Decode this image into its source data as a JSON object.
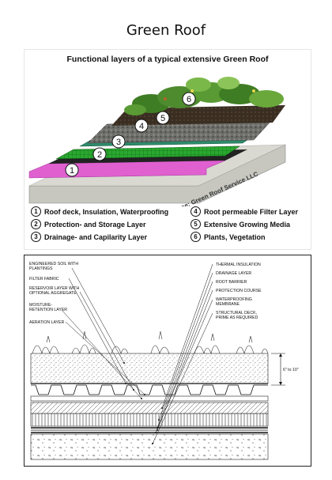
{
  "page": {
    "title": "Green Roof"
  },
  "top_diagram": {
    "subtitle": "Functional layers of a typical extensive Green Roof",
    "watermark": "Source: Green Roof Service LLC",
    "layer_markers": [
      "1",
      "2",
      "3",
      "4",
      "5",
      "6"
    ],
    "legend": [
      {
        "number": "1",
        "text": "Roof deck, Insulation, Waterproofing"
      },
      {
        "number": "2",
        "text": "Protection- and Storage Layer"
      },
      {
        "number": "3",
        "text": "Drainage- and Capilarity Layer"
      },
      {
        "number": "4",
        "text": "Root permeable Filter Layer"
      },
      {
        "number": "5",
        "text": "Extensive Growing Media"
      },
      {
        "number": "6",
        "text": "Plants, Vegetation"
      }
    ],
    "colors": {
      "roof_deck": "#cfcfc8",
      "waterproofing": "#e060d0",
      "protection": "#222222",
      "drainage": "#2aa830",
      "filter": "#2d8a6a",
      "growing_media": "#6a6a66",
      "vegetation": "#4e8a2e"
    }
  },
  "section_detail": {
    "left_labels": [
      {
        "line1": "ENGINEERED SOIL WITH",
        "line2": "PLANTINGS"
      },
      {
        "line1": "FILTER FABRIC",
        "line2": ""
      },
      {
        "line1": "RESERVOIR LAYER WITH",
        "line2": "OPTIONAL AGGREGATE"
      },
      {
        "line1": "MOISTURE-",
        "line2": "RETENTION LAYER"
      },
      {
        "line1": "AERATION LAYER",
        "line2": ""
      }
    ],
    "right_labels": [
      {
        "line1": "THERMAL INSULATION",
        "line2": ""
      },
      {
        "line1": "DRAINAGE LAYER",
        "line2": ""
      },
      {
        "line1": "ROOT BARRIER",
        "line2": ""
      },
      {
        "line1": "PROTECTION COURSE",
        "line2": ""
      },
      {
        "line1": "WATERPROOFING",
        "line2": "MEMBRANE"
      },
      {
        "line1": "STRUCTURAL DECK,",
        "line2": "PRIME AS REQUIRED"
      }
    ],
    "dimension": "6\" to 10\""
  }
}
